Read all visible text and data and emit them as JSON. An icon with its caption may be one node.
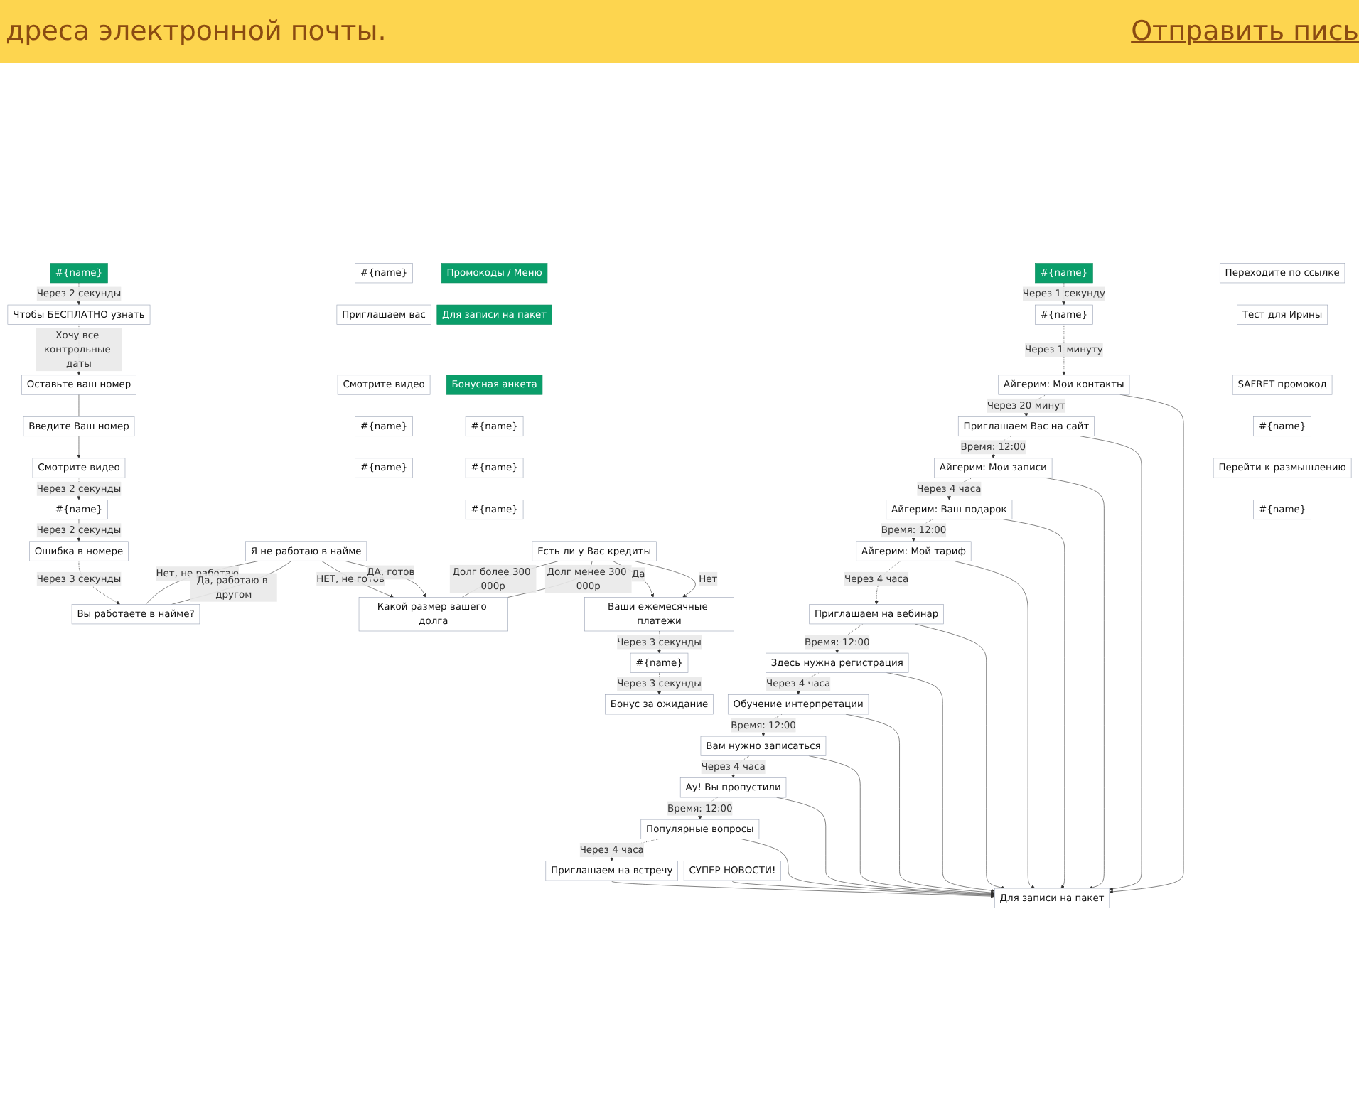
{
  "diagram": {
    "nodes": [
      {
        "text": [
          "Промокоды / Меню"
        ]
      },
      {
        "text": [
          "Для записи на пакет"
        ]
      },
      {
        "text": [
          "Бонусная анкета"
        ]
      },
      {
        "text": [
          "#{name}"
        ]
      },
      {
        "text": [
          "#{name}"
        ]
      },
      {
        "text": [
          "#{name}"
        ]
      },
      {
        "text": [
          "#{name}"
        ]
      },
      {
        "text": [
          "Переходите по ссылке"
        ]
      },
      {
        "text": [
          "#{name}"
        ]
      },
      {
        "text": [
          "Тест для Ирины"
        ]
      },
      {
        "text": [
          "Айгерим: Мои контакты"
        ]
      },
      {
        "text": [
          "SAFRET промокод"
        ]
      },
      {
        "text": [
          "Приглашаем Вас на сайт"
        ]
      },
      {
        "text": [
          "Айгерим: Мои записи"
        ]
      },
      {
        "text": [
          "#{name}"
        ]
      },
      {
        "text": [
          "Айгерим: Ваш подарок"
        ]
      },
      {
        "text": [
          "Айгерим: Мой тариф"
        ]
      },
      {
        "text": [
          "Приглашаем на вебинар"
        ]
      },
      {
        "text": [
          "Здесь нужна регистрация"
        ]
      },
      {
        "text": [
          "Обучение интерпретации"
        ]
      },
      {
        "text": [
          "Перейти к размышлению"
        ]
      },
      {
        "text": [
          "Вам нужно записаться"
        ]
      },
      {
        "text": [
          "#{name}"
        ]
      },
      {
        "text": [
          "Ау! Вы пропустили"
        ]
      },
      {
        "text": [
          "Для записи на пакет"
        ]
      },
      {
        "text": [
          "Популярные вопросы"
        ]
      },
      {
        "text": [
          "#{name}"
        ]
      },
      {
        "text": [
          "СУПЕР НОВОСТИ!"
        ]
      },
      {
        "text": [
          "Приглашаем на встречу"
        ]
      },
      {
        "text": [
          "#{name}"
        ]
      },
      {
        "text": [
          "Чтобы БЕСПЛАТНО узнать"
        ]
      },
      {
        "text": [
          "Оставьте ваш номер"
        ]
      },
      {
        "text": [
          "Приглашаем вас"
        ]
      },
      {
        "text": [
          "Введите Ваш номер"
        ]
      },
      {
        "text": [
          "Смотрите видео"
        ]
      },
      {
        "text": [
          "Смотрите видео"
        ]
      },
      {
        "text": [
          "#{name}"
        ]
      },
      {
        "text": [
          "#{name}"
        ]
      },
      {
        "text": [
          "Ошибка в номере"
        ]
      },
      {
        "text": [
          "Вы работаете в найме?"
        ]
      },
      {
        "text": [
          "Я не работаю в найме"
        ]
      },
      {
        "text": [
          "Какой размер вашего долга"
        ]
      },
      {
        "text": [
          "Есть ли у Вас кредиты"
        ]
      },
      {
        "text": [
          "#{name}"
        ]
      },
      {
        "text": [
          "Ваши ежемесячные платежи"
        ]
      },
      {
        "text": [
          "#{name}"
        ]
      },
      {
        "text": [
          "Бонус за ожидание"
        ]
      }
    ],
    "edges": [
      {
        "from": 6,
        "to": 8,
        "arrow": "to",
        "label": "Через 1 секунду",
        "style": "dashed"
      },
      {
        "from": 8,
        "to": 10,
        "arrow": "to",
        "label": "Через 1 минуту",
        "style": "dashed"
      },
      {
        "from": 10,
        "to": 12,
        "arrow": "to",
        "label": "Через 20 минут",
        "style": "dashed"
      },
      {
        "from": 12,
        "to": 13,
        "arrow": "to",
        "label": "Время: 12:00",
        "style": "dashed"
      },
      {
        "from": 13,
        "to": 15,
        "arrow": "to",
        "label": "Через 4 часа",
        "style": "dashed"
      },
      {
        "from": 15,
        "to": 16,
        "arrow": "to",
        "label": "Время: 12:00",
        "style": "dashed"
      },
      {
        "from": 16,
        "to": 17,
        "arrow": "to",
        "label": "Через 4 часа",
        "style": "dashed"
      },
      {
        "from": 17,
        "to": 18,
        "arrow": "to",
        "label": "Время: 12:00",
        "style": "dashed"
      },
      {
        "from": 18,
        "to": 19,
        "arrow": "to",
        "label": "Через 4 часа",
        "style": "dashed"
      },
      {
        "from": 19,
        "to": 21,
        "arrow": "to",
        "label": "Время: 12:00",
        "style": "dashed"
      },
      {
        "from": 21,
        "to": 23,
        "arrow": "to",
        "label": "Через 4 часа",
        "style": "dashed"
      },
      {
        "from": 23,
        "to": 25,
        "arrow": "to",
        "label": "Время: 12:00",
        "style": "dashed"
      },
      {
        "from": 25,
        "to": 28,
        "arrow": "to",
        "label": "Через 4 часа",
        "style": "dashed"
      },
      {
        "from": 10,
        "to": 24,
        "arrow": "to"
      },
      {
        "from": 12,
        "to": 24,
        "arrow": "to"
      },
      {
        "from": 13,
        "to": 24,
        "arrow": "to"
      },
      {
        "from": 15,
        "to": 24,
        "arrow": "to"
      },
      {
        "from": 16,
        "to": 24,
        "arrow": "to"
      },
      {
        "from": 17,
        "to": 24,
        "arrow": "to"
      },
      {
        "from": 18,
        "to": 24,
        "arrow": "to"
      },
      {
        "from": 19,
        "to": 24,
        "arrow": "to"
      },
      {
        "from": 21,
        "to": 24,
        "arrow": "to"
      },
      {
        "from": 23,
        "to": 24,
        "arrow": "to"
      },
      {
        "from": 25,
        "to": 24,
        "arrow": "to"
      },
      {
        "from": 28,
        "to": 24,
        "arrow": "to"
      },
      {
        "from": 27,
        "to": 24,
        "arrow": "to"
      },
      {
        "from": 29,
        "to": 30,
        "arrow": "to",
        "label": "Через 2 секунды",
        "style": "dashed"
      },
      {
        "from": 30,
        "to": 31,
        "arrow": "to",
        "label": "Хочу все контрольные даты",
        "style": "dashed"
      },
      {
        "from": 31,
        "to": 33,
        "arrow": "none"
      },
      {
        "from": 33,
        "to": 35,
        "arrow": "to"
      },
      {
        "from": 35,
        "to": 36,
        "arrow": "to",
        "label": "Через 2 секунды",
        "style": "dashed"
      },
      {
        "from": 36,
        "to": 38,
        "arrow": "to",
        "label": "Через 2 секунды"
      },
      {
        "from": 38,
        "to": 39,
        "arrow": "to",
        "label": "Через 3 секунды",
        "style": "dashed"
      },
      {
        "from": 40,
        "to": 39,
        "arrow": "none",
        "label": "Нет, не работаю"
      },
      {
        "from": 40,
        "to": 39,
        "arrow": "none",
        "label": "Да, работаю в другом"
      },
      {
        "from": 40,
        "to": 41,
        "arrow": "to",
        "label": "НЕТ, не готов"
      },
      {
        "from": 40,
        "to": 41,
        "arrow": "to",
        "label": "ДА, готов"
      },
      {
        "from": 42,
        "to": 41,
        "arrow": "none",
        "label": "Долг более 300 000р"
      },
      {
        "from": 42,
        "to": 41,
        "arrow": "none",
        "label": "Долг менее 300 000р"
      },
      {
        "from": 42,
        "to": 44,
        "arrow": "to",
        "label": "Да"
      },
      {
        "from": 42,
        "to": 44,
        "arrow": "to",
        "label": "Нет"
      },
      {
        "from": 44,
        "to": 45,
        "arrow": "to",
        "label": "Через 3 секунды",
        "style": "dashed"
      },
      {
        "from": 45,
        "to": 46,
        "arrow": "to",
        "label": "Через 3 секунды",
        "style": "dashed"
      }
    ],
    "labels": [
      "дреса электронной почты.",
      "Отправить пись"
    ]
  }
}
